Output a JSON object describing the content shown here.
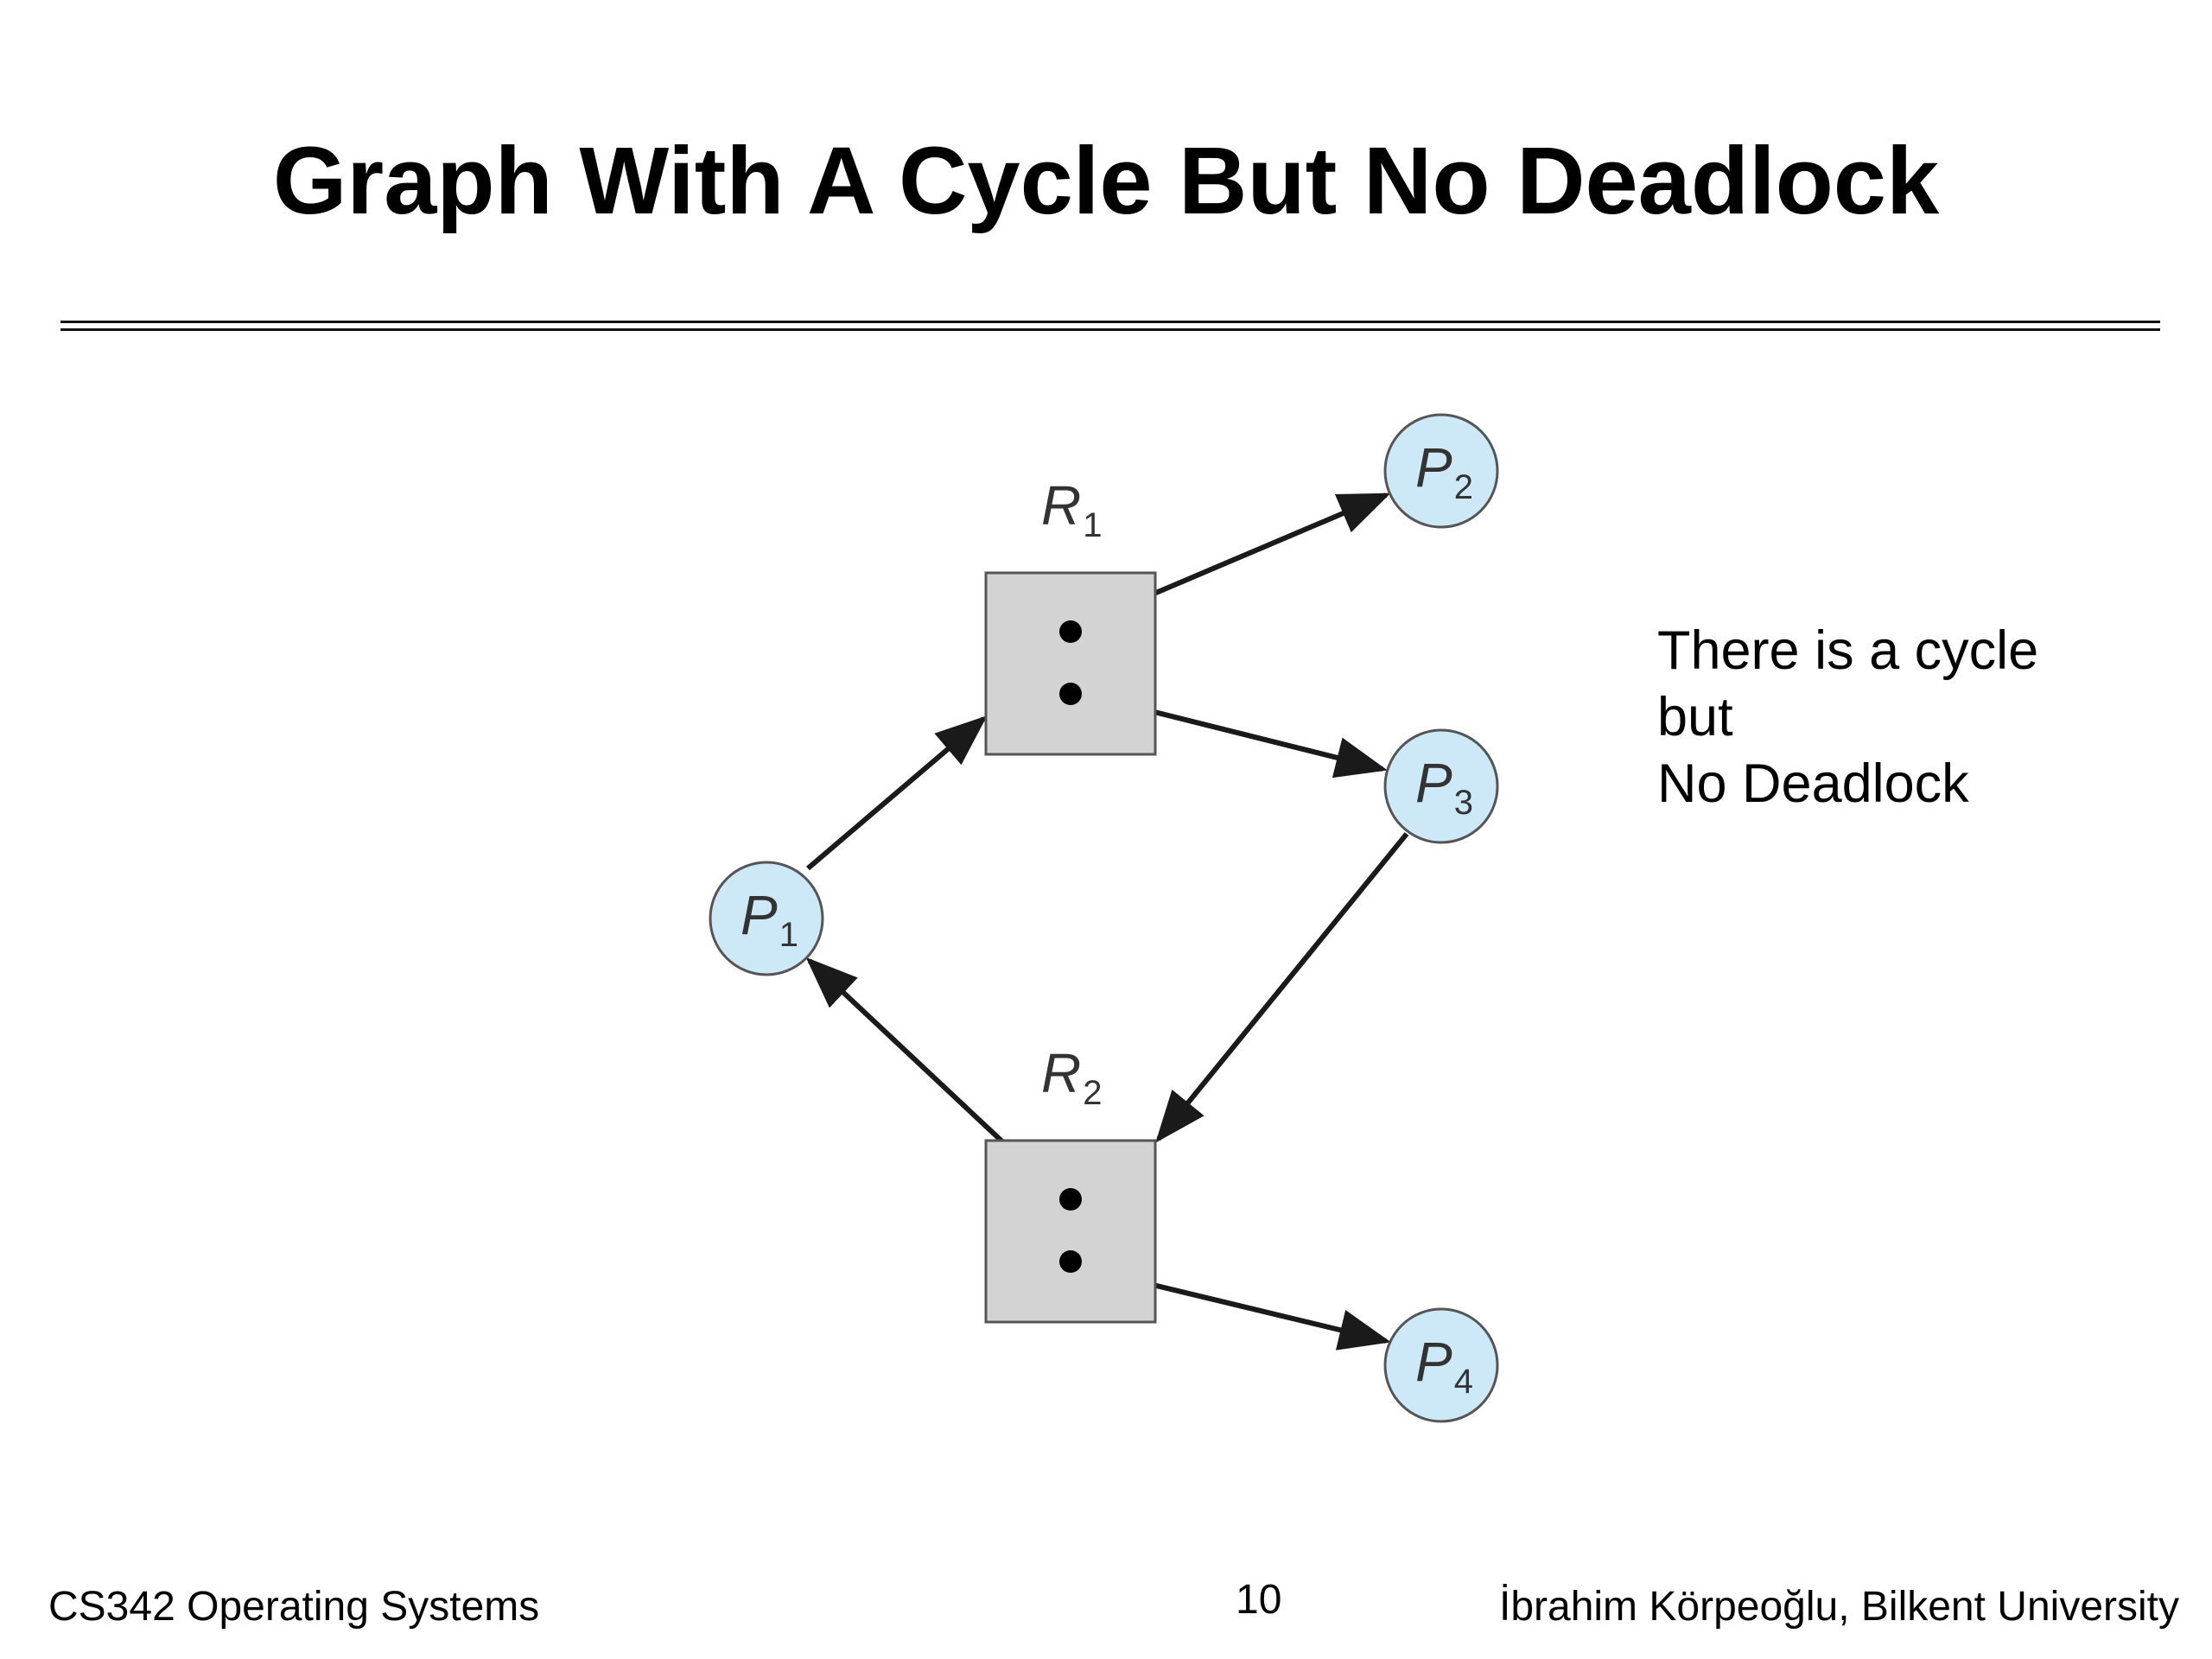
{
  "slide": {
    "title": "Graph With A Cycle But No Deadlock",
    "note_lines": [
      "There is a cycle",
      "but",
      "No Deadlock"
    ]
  },
  "footer": {
    "course": "CS342 Operating Systems",
    "page_number": "10",
    "author": "İbrahim Körpeoğlu, Bilkent University"
  },
  "diagram": {
    "processes": [
      {
        "id": "P1",
        "letter": "P",
        "sub": "1"
      },
      {
        "id": "P2",
        "letter": "P",
        "sub": "2"
      },
      {
        "id": "P3",
        "letter": "P",
        "sub": "3"
      },
      {
        "id": "P4",
        "letter": "P",
        "sub": "4"
      }
    ],
    "resources": [
      {
        "id": "R1",
        "letter": "R",
        "sub": "1",
        "instances": 2
      },
      {
        "id": "R2",
        "letter": "R",
        "sub": "2",
        "instances": 2
      }
    ],
    "edges": [
      {
        "from": "P1",
        "to": "R1",
        "kind": "request"
      },
      {
        "from": "R1",
        "to": "P2",
        "kind": "assignment"
      },
      {
        "from": "R1",
        "to": "P3",
        "kind": "assignment"
      },
      {
        "from": "P3",
        "to": "R2",
        "kind": "request"
      },
      {
        "from": "R2",
        "to": "P1",
        "kind": "assignment"
      },
      {
        "from": "R2",
        "to": "P4",
        "kind": "assignment"
      }
    ],
    "colors": {
      "process_fill": "#cde9f7",
      "process_stroke": "#555555",
      "resource_fill": "#d3d3d3",
      "resource_stroke": "#555555",
      "edge": "#1a1a1a"
    }
  }
}
